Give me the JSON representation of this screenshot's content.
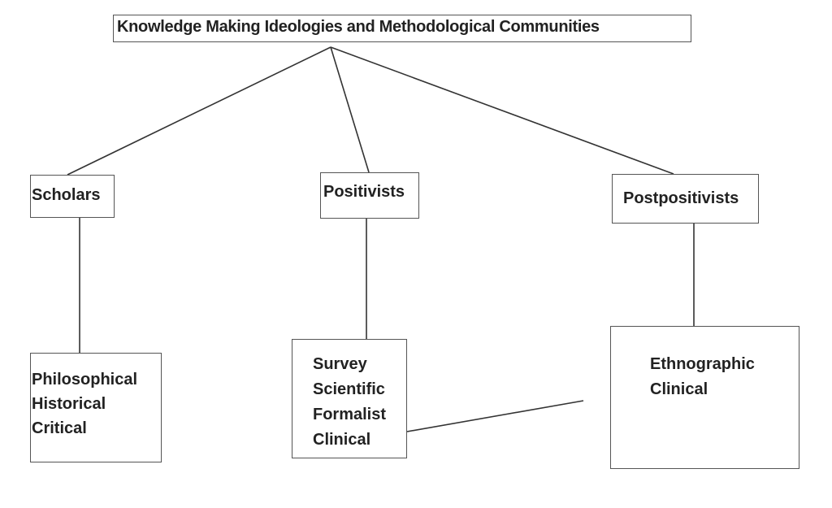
{
  "diagram": {
    "title": "Knowledge Making Ideologies and Methodological Communities",
    "communities": [
      {
        "name": "Scholars",
        "methods": [
          "Philosophical",
          "Historical",
          "Critical"
        ]
      },
      {
        "name": "Positivists",
        "methods": [
          "Survey",
          "Scientific",
          "Formalist",
          "Clinical"
        ]
      },
      {
        "name": "Postpositivists",
        "methods": [
          "Ethnographic",
          "Clinical"
        ]
      }
    ],
    "colors": {
      "line": "#333333",
      "border": "#555555",
      "text": "#222222",
      "background": "#ffffff"
    }
  }
}
